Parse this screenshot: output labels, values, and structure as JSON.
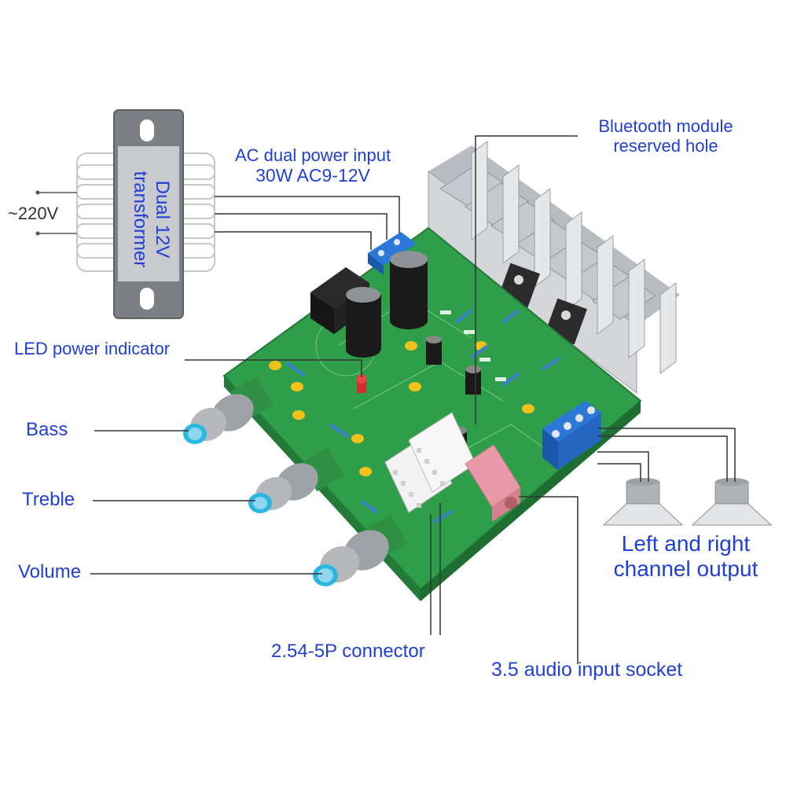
{
  "labels": {
    "mains_voltage": "~220V",
    "transformer": [
      "Dual 12V",
      "transformer"
    ],
    "ac_input": [
      "AC dual power input",
      "30W AC9-12V"
    ],
    "bluetooth": [
      "Bluetooth module",
      "reserved hole"
    ],
    "led": "LED power indicator",
    "bass": "Bass",
    "treble": "Treble",
    "volume": "Volume",
    "outputs": [
      "Left and right",
      "channel output"
    ],
    "connector": "2.54-5P connector",
    "audio_input": "3.5 audio input socket"
  },
  "colors": {
    "label_text": "#1f3fd8",
    "pcb_green": "#2f9e4a",
    "heatsink": "#c9ccd0",
    "terminal_blue": "#1d6fd6",
    "knob_gray": "#a9abae",
    "jack_pink": "#e89aa8",
    "leader_line": "#333333"
  }
}
